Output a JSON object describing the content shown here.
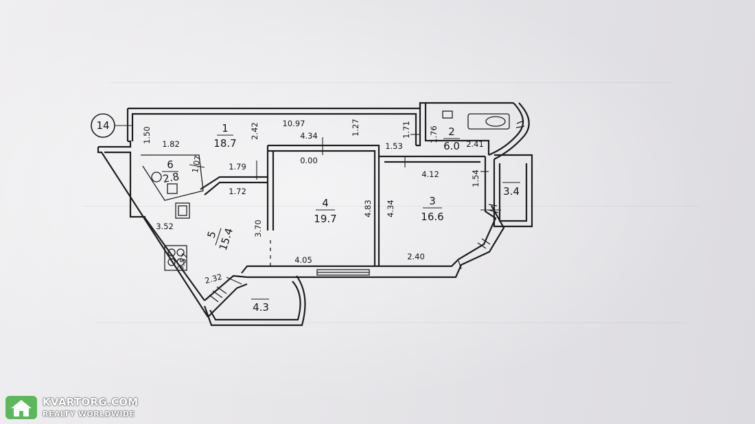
{
  "plan": {
    "section_number": "14",
    "rooms": [
      {
        "id": "r1",
        "number": "1",
        "area": "18.7"
      },
      {
        "id": "r2",
        "number": "2",
        "area": "6.0"
      },
      {
        "id": "r3",
        "number": "3",
        "area": "16.6"
      },
      {
        "id": "r4",
        "number": "4",
        "area": "19.7"
      },
      {
        "id": "r5",
        "number": "5",
        "area": "15.4"
      },
      {
        "id": "r6",
        "number": "6",
        "area": "2.8"
      },
      {
        "id": "balcony-right",
        "number": "",
        "area": "3.4"
      },
      {
        "id": "balcony-bottom",
        "number": "",
        "area": "4.3"
      }
    ],
    "dimensions": [
      "10.97",
      "1.50",
      "1.82",
      "2.42",
      "4.34",
      "1.27",
      "1.71",
      "1.76",
      "2.41",
      "0.00",
      "1.53",
      "1.07",
      "1.79",
      "1.72",
      "4.12",
      "1.54",
      "4.83",
      "4.34",
      "3.52",
      "3.70",
      "3.57",
      "4.05",
      "2.40",
      "2.32"
    ]
  },
  "watermark": {
    "brand": "KVARTORG.COM",
    "tagline": "REALTY WORLDWIDE",
    "brand_color": "#5cb85c"
  }
}
